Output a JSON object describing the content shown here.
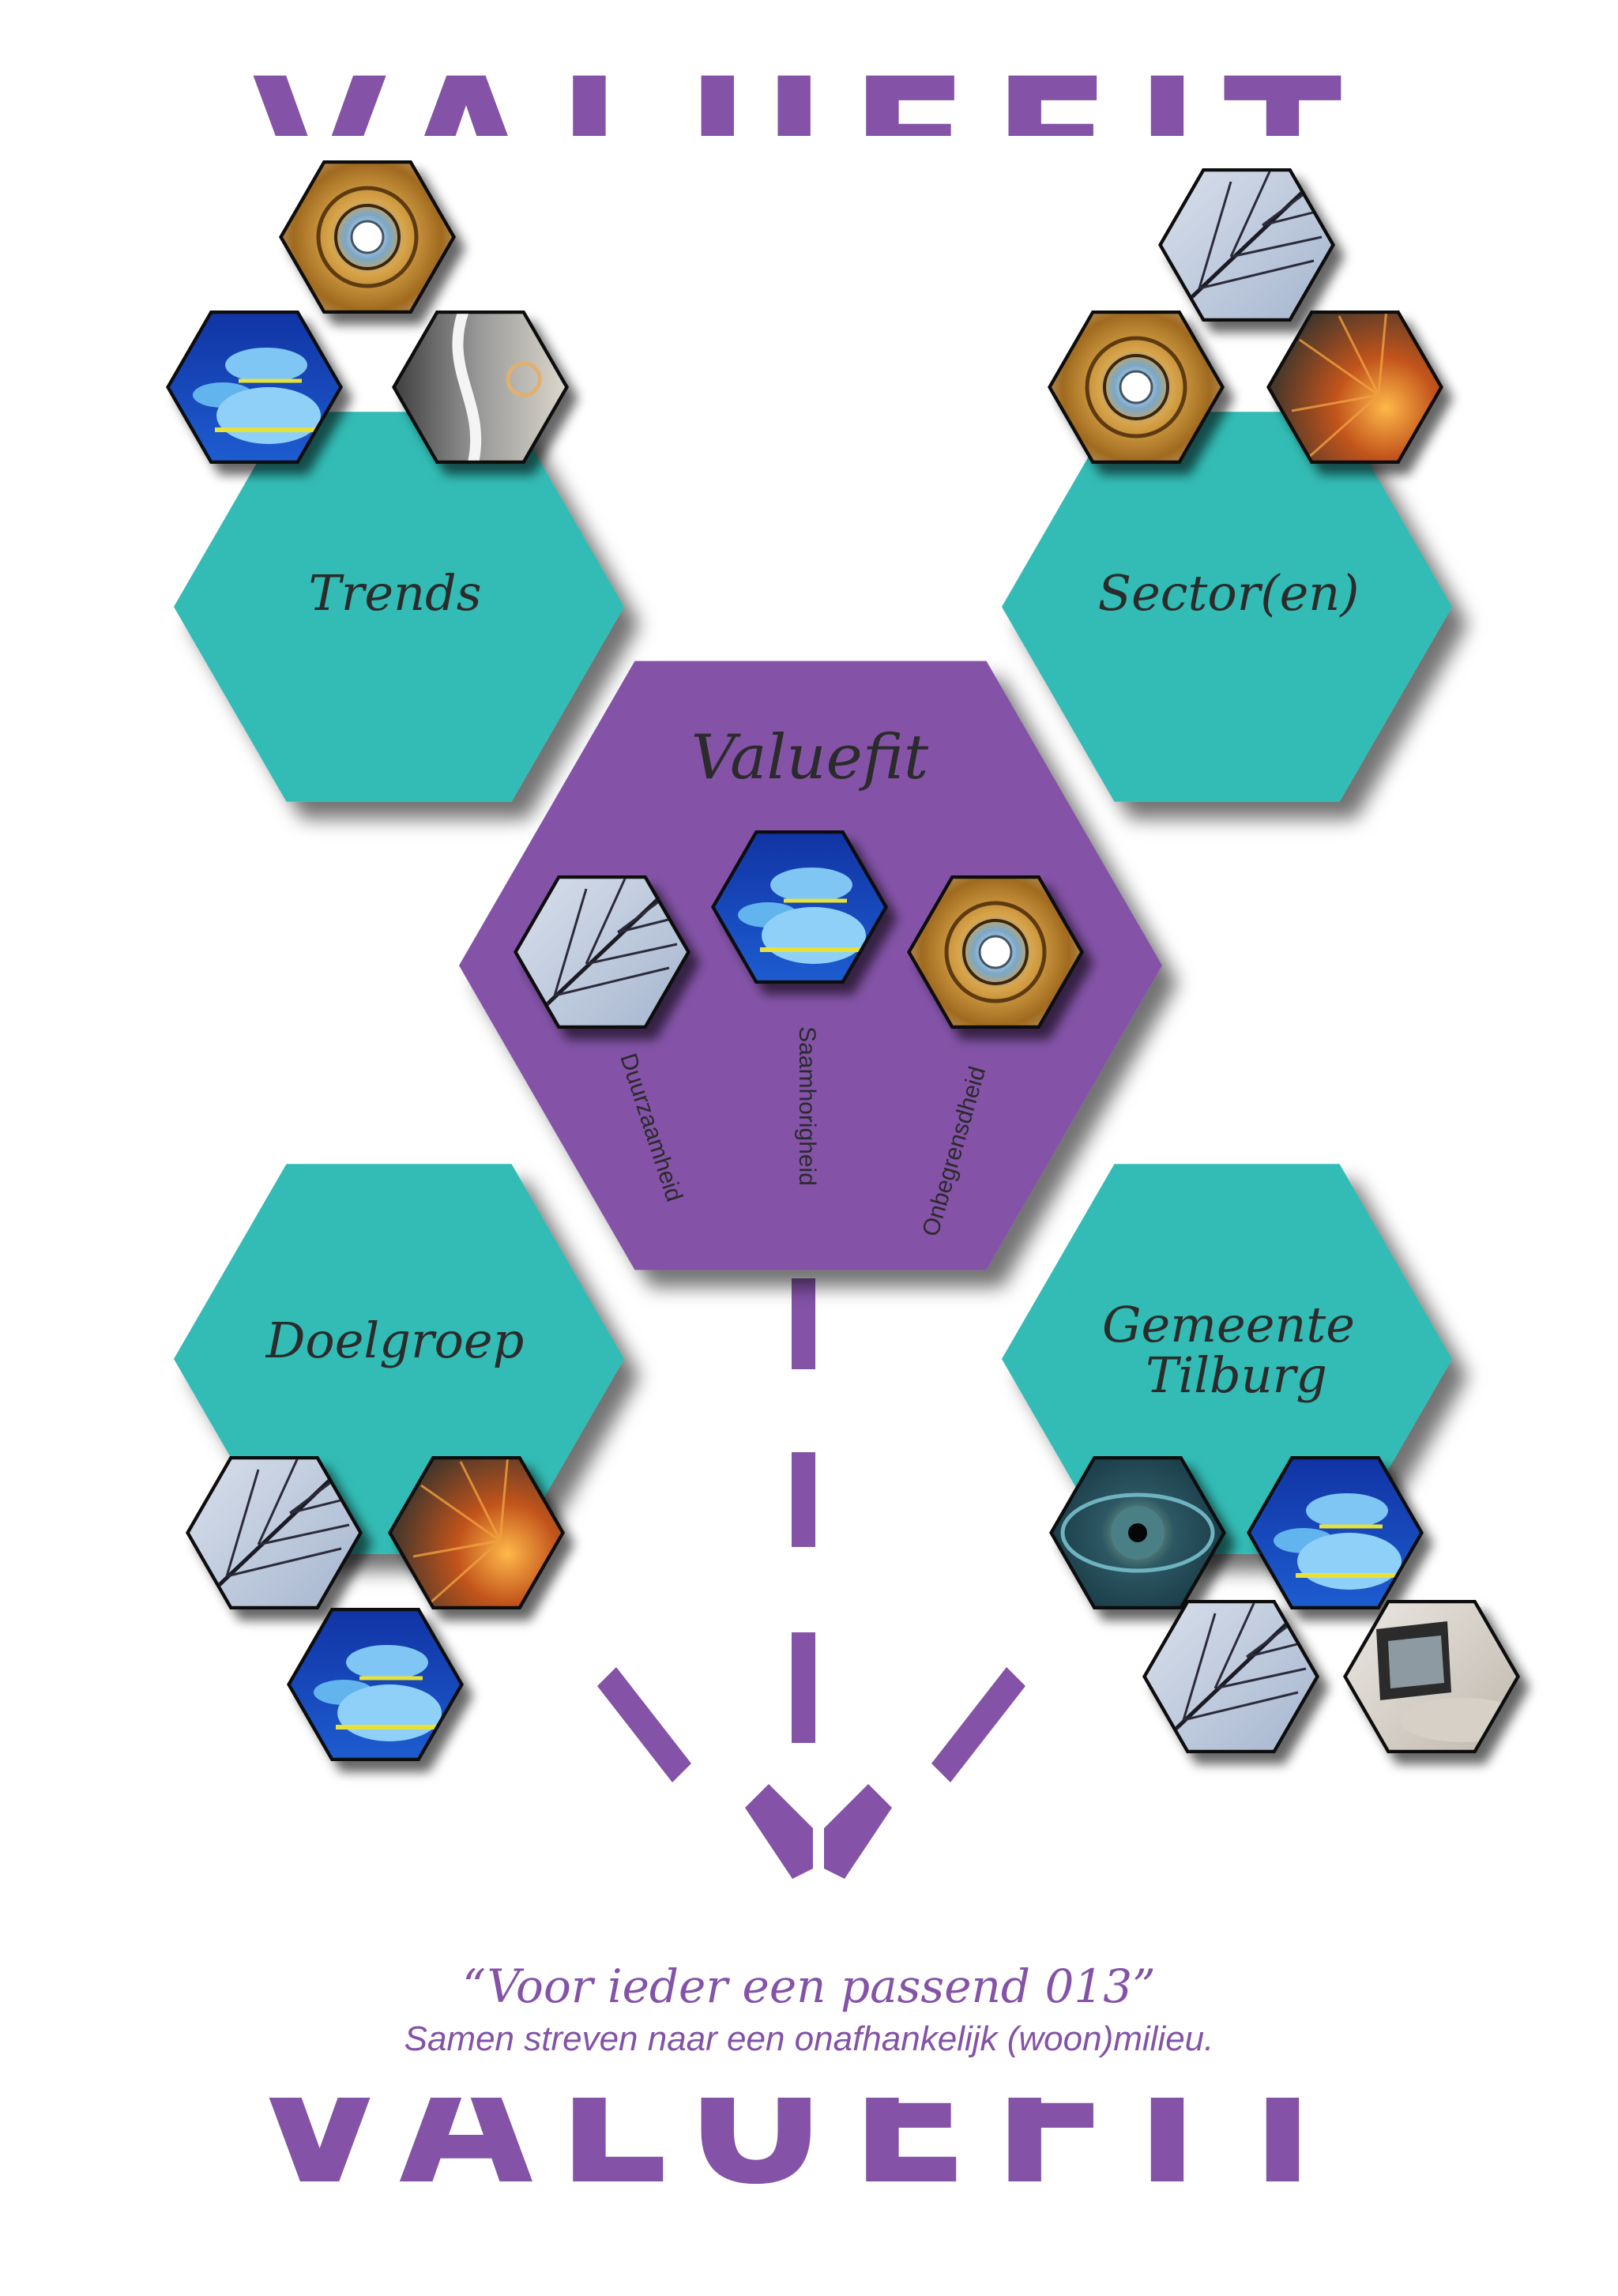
{
  "title": "VALUEFIT",
  "hexagons": {
    "trends": "Trends",
    "sector": "Sector(en)",
    "center": "Valuefit",
    "doelgroep": "Doelgroep",
    "gemeente_line1": "Gemeente",
    "gemeente_line2": "Tilburg"
  },
  "values": {
    "duurzaamheid": "Duurzaamheid",
    "saamhorigheid": "Saamhorigheid",
    "onbegrensdheid": "Onbegrensdheid"
  },
  "quote": "“Voor ieder een passend 013”",
  "subtitle": "Samen streven naar een onafhankelijk (woon)milieu.",
  "colors": {
    "purple": "#8453a8",
    "teal": "#31bcb5",
    "text": "#2b2b2b"
  },
  "tiles": {
    "trends": [
      "staircase",
      "fish",
      "light"
    ],
    "sector": [
      "leaf",
      "staircase",
      "flower"
    ],
    "center": [
      "leaf",
      "fish",
      "staircase"
    ],
    "doelgroep": [
      "leaf",
      "flower",
      "fish"
    ],
    "gemeente": [
      "eye",
      "fish",
      "leaf",
      "laptop"
    ]
  }
}
